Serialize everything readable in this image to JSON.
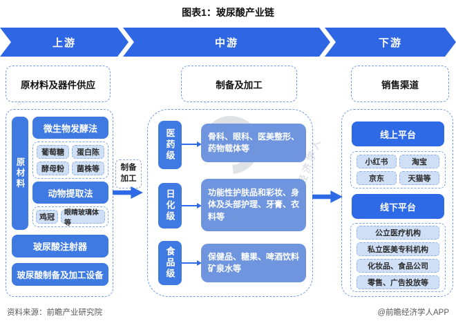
{
  "title": "图表1：玻尿酸产业链",
  "banner": {
    "segments": [
      "上游",
      "中游",
      "下游"
    ]
  },
  "upstream": {
    "header": "原材料及器件供应",
    "side_label": "原材料",
    "groups": [
      {
        "title": "微生物发酵法",
        "items": [
          "葡萄糖",
          "蛋白陈",
          "酵母粉",
          "菌株等"
        ]
      },
      {
        "title": "动物提取法",
        "items": [
          "鸡冠",
          "眼睛玻璃体等"
        ]
      }
    ],
    "devices": [
      "玻尿酸注射器",
      "玻尿酸制备及加工设备"
    ]
  },
  "link": {
    "label": "制备加工"
  },
  "midstream": {
    "header": "制备及加工",
    "rows": [
      {
        "level": "医药级",
        "desc": "骨科、眼科、医美整形、药物载体等"
      },
      {
        "level": "日化级",
        "desc": "功能性护肤品和彩妆、身体及头部护理、牙膏、衣料等"
      },
      {
        "level": "食品级",
        "desc": "保健品、糖果、啤酒饮料矿泉水等"
      }
    ]
  },
  "downstream": {
    "header": "销售渠道",
    "online": {
      "title": "线上平台",
      "items": [
        "小红书",
        "淘宝",
        "京东",
        "天猫等"
      ]
    },
    "offline": {
      "title": "线下平台",
      "items": [
        "公立医疗机构",
        "私立医美专科机构",
        "化妆品、食品公司",
        "零售、广告投放等"
      ]
    }
  },
  "footer": {
    "source": "资料来源：前瞻产业研究院",
    "credit": "@前瞻经济学人APP"
  },
  "watermarks": {
    "w1": "前瞻产业研究院",
    "w2": "前瞻经济学人",
    "w3": "前瞻产业研究院"
  },
  "colors": {
    "banner_blue": "#2f66e3",
    "box_blue": "#3f7ae3",
    "bright_blue": "#2f6ae6",
    "desc_blue": "#6e95dd",
    "item_bg": "#cfdff6",
    "dash_border": "#6f9ce4",
    "footer_gray": "#595959"
  }
}
